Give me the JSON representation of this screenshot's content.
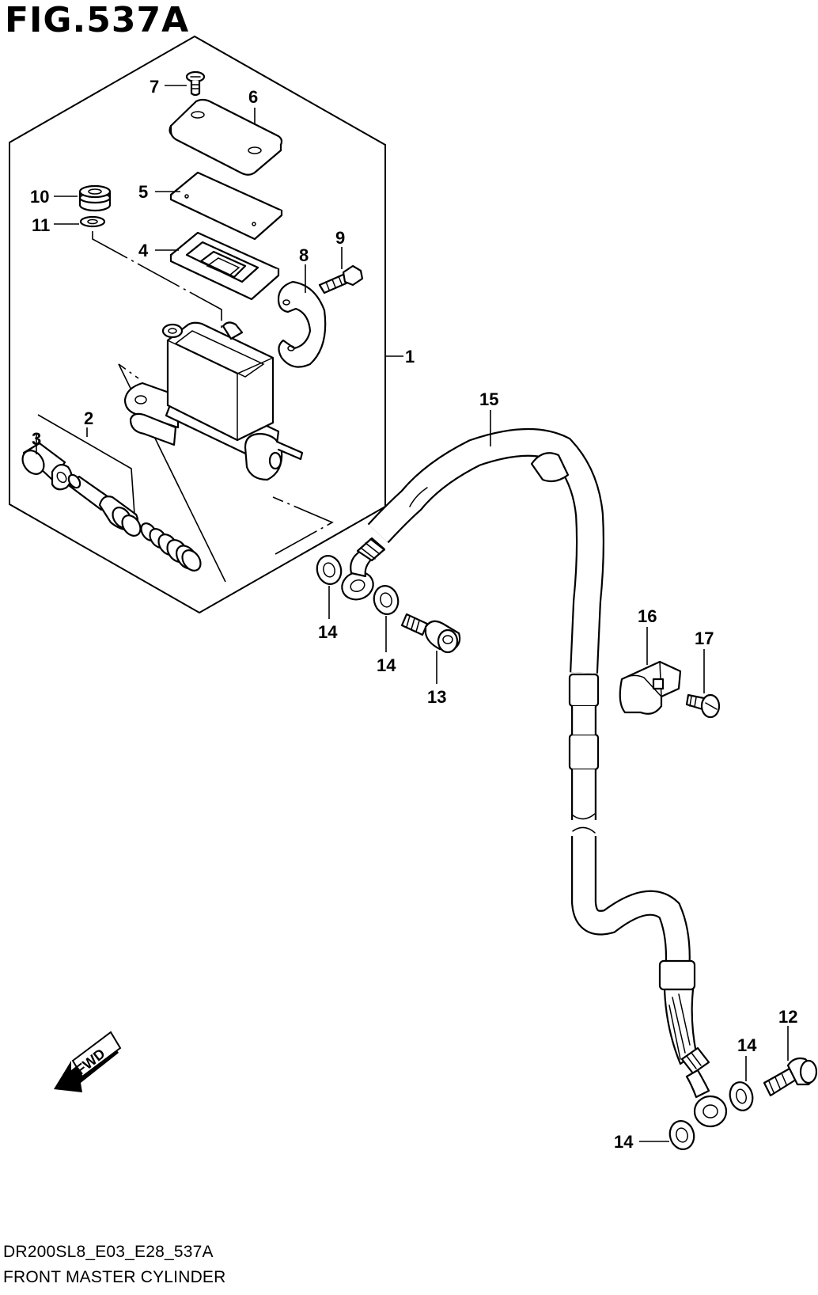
{
  "figure": {
    "title": "FIG.537A",
    "code": "DR200SL8_E03_E28_537A",
    "name": "FRONT MASTER CYLINDER",
    "fwd_label": "FWD"
  },
  "callouts": {
    "c1": "1",
    "c2": "2",
    "c3": "3",
    "c4": "4",
    "c5": "5",
    "c6": "6",
    "c7": "7",
    "c8": "8",
    "c9": "9",
    "c10": "10",
    "c11": "11",
    "c12": "12",
    "c13": "13",
    "c14a": "14",
    "c14b": "14",
    "c14c": "14",
    "c14d": "14",
    "c15": "15",
    "c16": "16",
    "c17": "17"
  },
  "colors": {
    "ink": "#000000",
    "paper": "#ffffff"
  }
}
